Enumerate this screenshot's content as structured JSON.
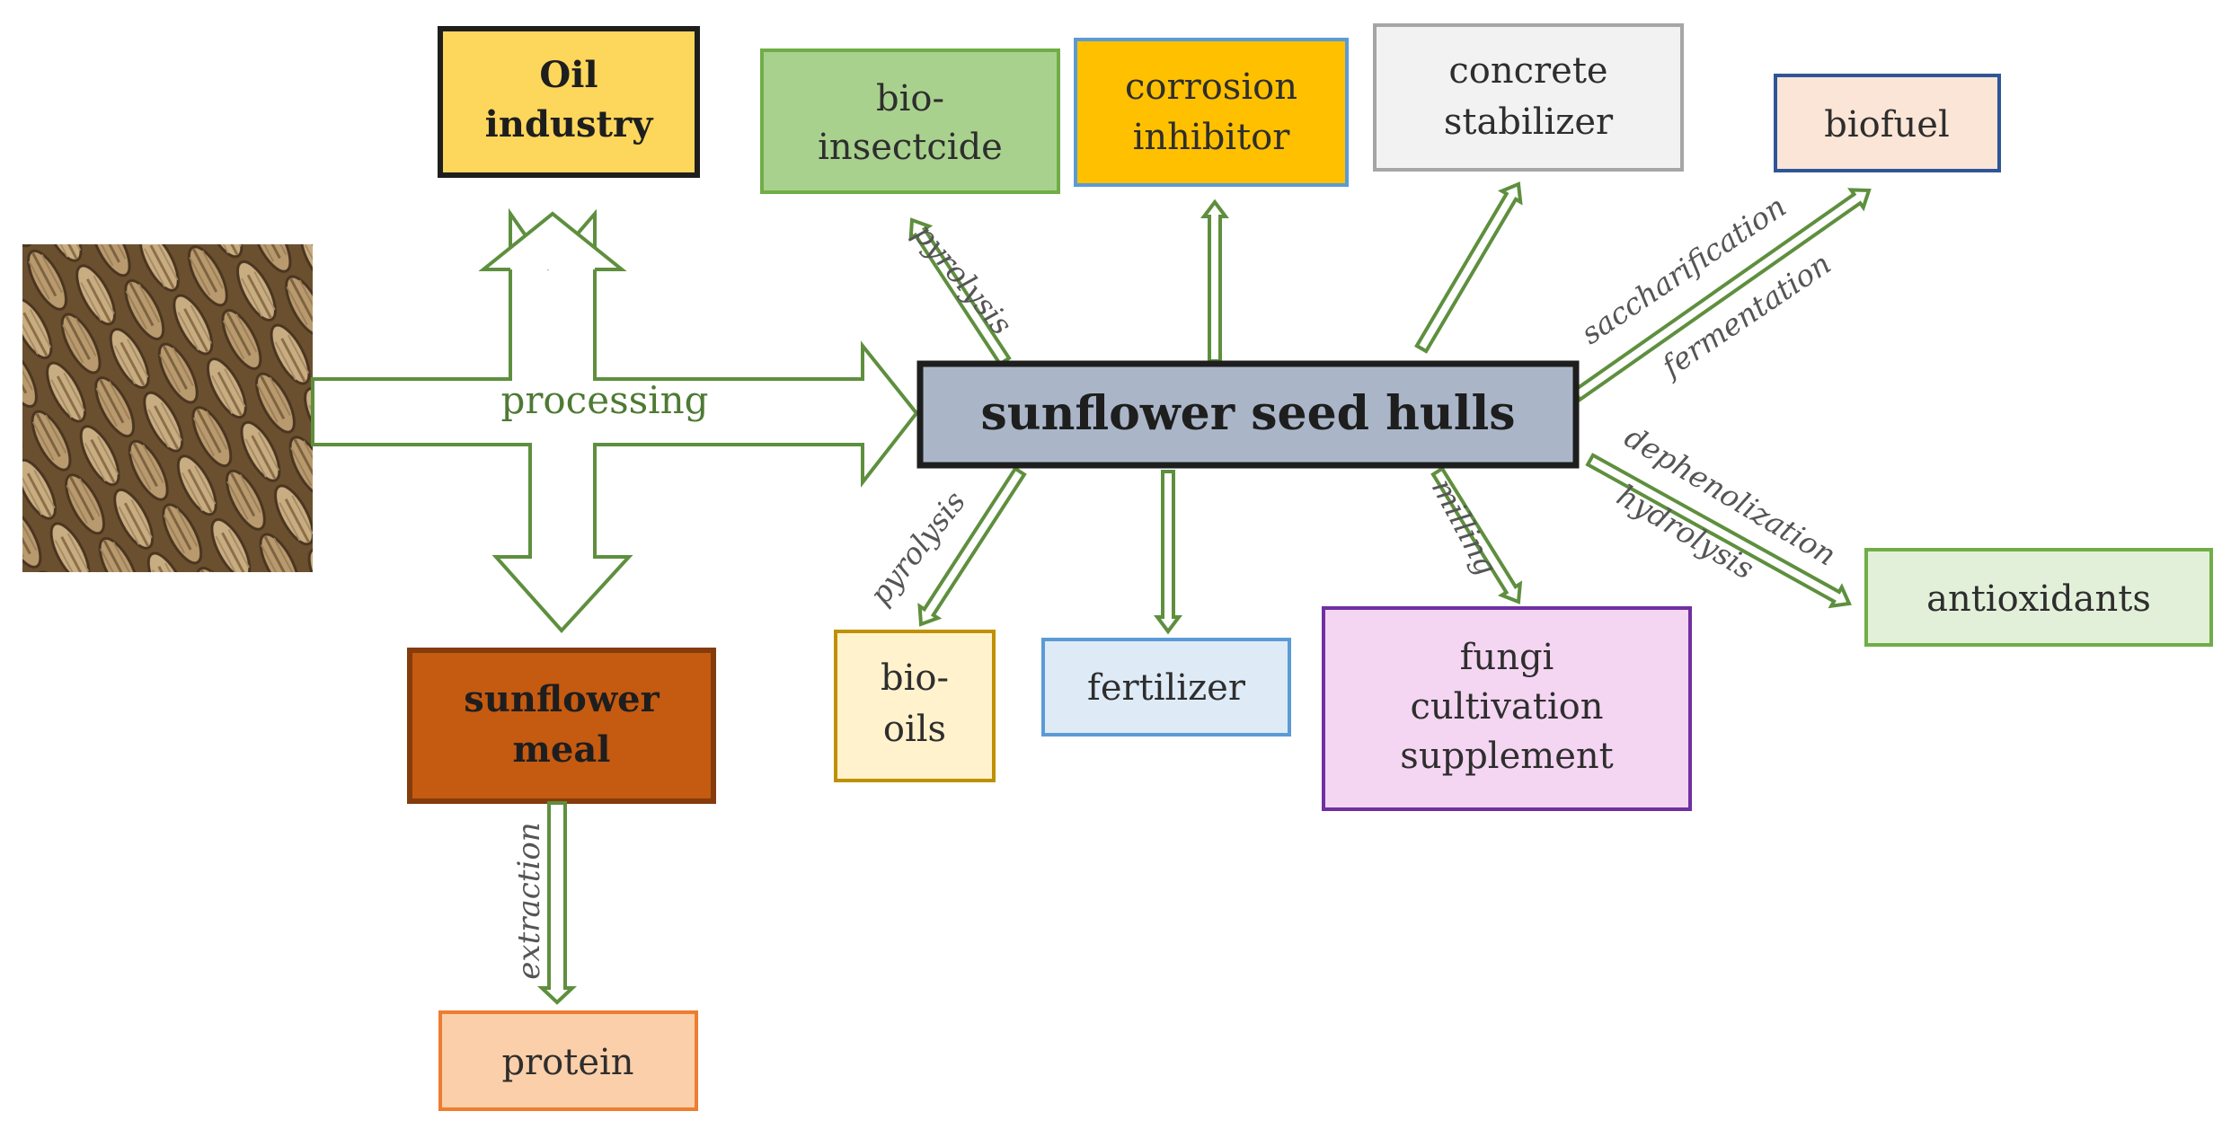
{
  "colors": {
    "arrow_stroke": "#5e8f3e",
    "arrow_fill": "#ffffff",
    "seed_dark": "#5a4326",
    "seed_light": "#cdb38a"
  },
  "source": {
    "icon": "sunflower-seeds-photo"
  },
  "process_label": "processing",
  "hub": {
    "label": "sunflower seed hulls",
    "fill": "#aab6c8",
    "border": "#1e1e1e"
  },
  "oil_industry": {
    "lines": [
      "Oil",
      "industry"
    ],
    "fill": "#fdd75c",
    "border": "#1e1e1e"
  },
  "sunflower_meal": {
    "lines": [
      "sunflower",
      "meal"
    ],
    "fill": "#c55a11",
    "border": "#843c0c"
  },
  "protein": {
    "lines": [
      "protein"
    ],
    "fill": "#fbcfa9",
    "border": "#ed7d31",
    "process": "extraction"
  },
  "products": [
    {
      "key": "bio-insecticide",
      "lines": [
        "bio-",
        "insectcide"
      ],
      "fill": "#a9d18e",
      "border": "#70ad47",
      "process": "pyrolysis"
    },
    {
      "key": "corrosion-inhibitor",
      "lines": [
        "corrosion",
        "inhibitor"
      ],
      "fill": "#ffc000",
      "border": "#5b9bd5",
      "process": ""
    },
    {
      "key": "concrete-stabilizer",
      "lines": [
        "concrete",
        "stabilizer"
      ],
      "fill": "#f2f2f2",
      "border": "#a6a6a6",
      "process": ""
    },
    {
      "key": "biofuel",
      "lines": [
        "biofuel"
      ],
      "fill": "#fbe5d6",
      "border": "#2f5597",
      "process": [
        "saccharification",
        "fermentation"
      ]
    },
    {
      "key": "antioxidants",
      "lines": [
        "antioxidants"
      ],
      "fill": "#e2f0d9",
      "border": "#70ad47",
      "process": [
        "dephenolization",
        "hydrolysis"
      ]
    },
    {
      "key": "fungi-cultivation-supplement",
      "lines": [
        "fungi",
        "cultivation",
        "supplement"
      ],
      "fill": "#f4d5f2",
      "border": "#7030a0",
      "process": "milling"
    },
    {
      "key": "fertilizer",
      "lines": [
        "fertilizer"
      ],
      "fill": "#deebf7",
      "border": "#5b9bd5",
      "process": ""
    },
    {
      "key": "bio-oils",
      "lines": [
        "bio-",
        "oils"
      ],
      "fill": "#fff2cc",
      "border": "#bf9000",
      "process": "pyrolysis"
    }
  ]
}
